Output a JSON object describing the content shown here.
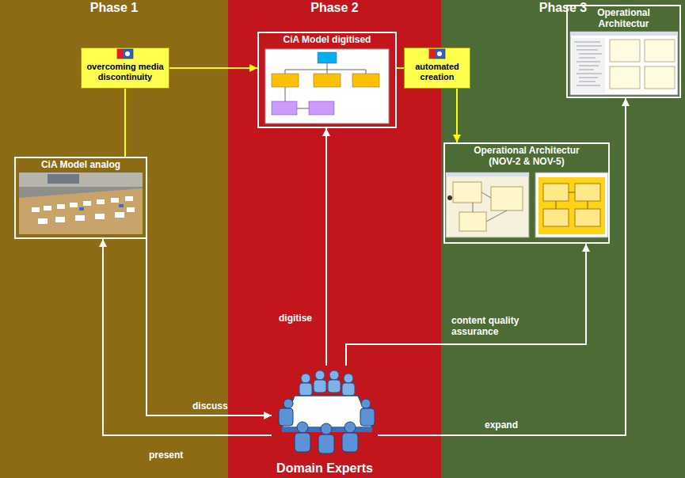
{
  "diagram": {
    "nodes": [
      {
        "text": [
          "Phase 1"
        ]
      },
      {
        "text": [
          "Phase 2"
        ]
      },
      {
        "text": [
          "Phase 3"
        ]
      },
      {
        "text": [
          "overcoming media discontinuity"
        ],
        "in": 0
      },
      {
        "text": [
          "CiA Model analog"
        ],
        "in": 0
      },
      {
        "text": [
          "CiA Model digitised"
        ],
        "in": 1
      },
      {
        "text": [
          "automated creation"
        ],
        "in": 1
      },
      {
        "text": [
          "Operational Architectur"
        ],
        "in": 2
      },
      {
        "text": [
          "Operational Architectur (NOV-2 & NOV-5)"
        ],
        "in": 2
      },
      {
        "text": [
          "Domain Experts"
        ],
        "in": 1
      }
    ],
    "edges": [
      {
        "from": 4,
        "to": 3,
        "arrow": "none"
      },
      {
        "from": 3,
        "to": 5,
        "arrow": "to"
      },
      {
        "from": 5,
        "to": 6,
        "arrow": "none"
      },
      {
        "from": 6,
        "to": 8,
        "arrow": "to"
      },
      {
        "from": 9,
        "to": 4,
        "label": "present",
        "arrow": "to"
      },
      {
        "from": 4,
        "to": 9,
        "label": "discuss",
        "arrow": "to"
      },
      {
        "from": 9,
        "to": 5,
        "label": "digitise",
        "arrow": "to"
      },
      {
        "from": 9,
        "to": 8,
        "label": "content quality assurance",
        "arrow": "to"
      },
      {
        "from": 9,
        "to": 7,
        "label": "expand",
        "arrow": "to"
      }
    ]
  }
}
